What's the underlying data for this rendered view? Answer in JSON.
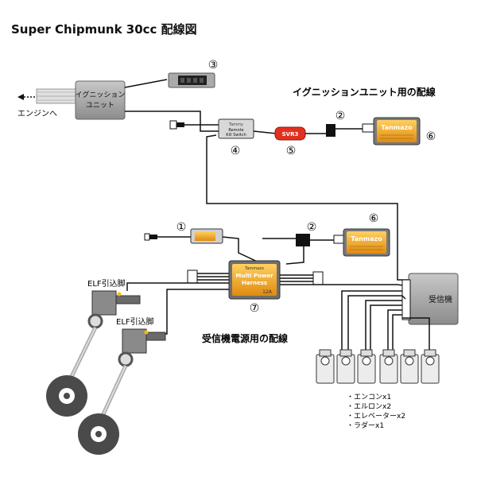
{
  "title": "Super Chipmunk 30cc 配線図",
  "ignition": {
    "unit_label_1": "イグニッション",
    "unit_label_2": "ユニット",
    "engine_label": "エンジンへ",
    "section_title": "イグニッションユニット用の配線"
  },
  "receiver": {
    "label": "受信機",
    "section_title": "受信機電源用の配線"
  },
  "elf": {
    "label_1": "ELF引込脚",
    "label_2": "ELF引込脚"
  },
  "kill_switch": {
    "brand": "Tammy",
    "text_1": "Remote",
    "text_2": "Kill Switch"
  },
  "svr": {
    "label": "SVR3"
  },
  "batteries": {
    "brand": "Tanmazo"
  },
  "harness": {
    "brand": "Tammazo",
    "text_1": "Multi Power",
    "text_2": "Harness",
    "text_3": "12A"
  },
  "numbers": {
    "n1": "①",
    "n2_top": "②",
    "n2_bottom": "②",
    "n3": "③",
    "n4": "④",
    "n5": "⑤",
    "n6_top": "⑥",
    "n6_bottom": "⑥",
    "n7": "⑦"
  },
  "servo_list": [
    "・エンコンx1",
    "・エルロンx2",
    "・エレベーターx2",
    "・ラダーx1"
  ],
  "colors": {
    "module_grey": "#8a8a8a",
    "battery_orange": "#f0a020",
    "svr_red": "#e23020",
    "wire": "#111111",
    "wheel": "#4a4a4a"
  }
}
